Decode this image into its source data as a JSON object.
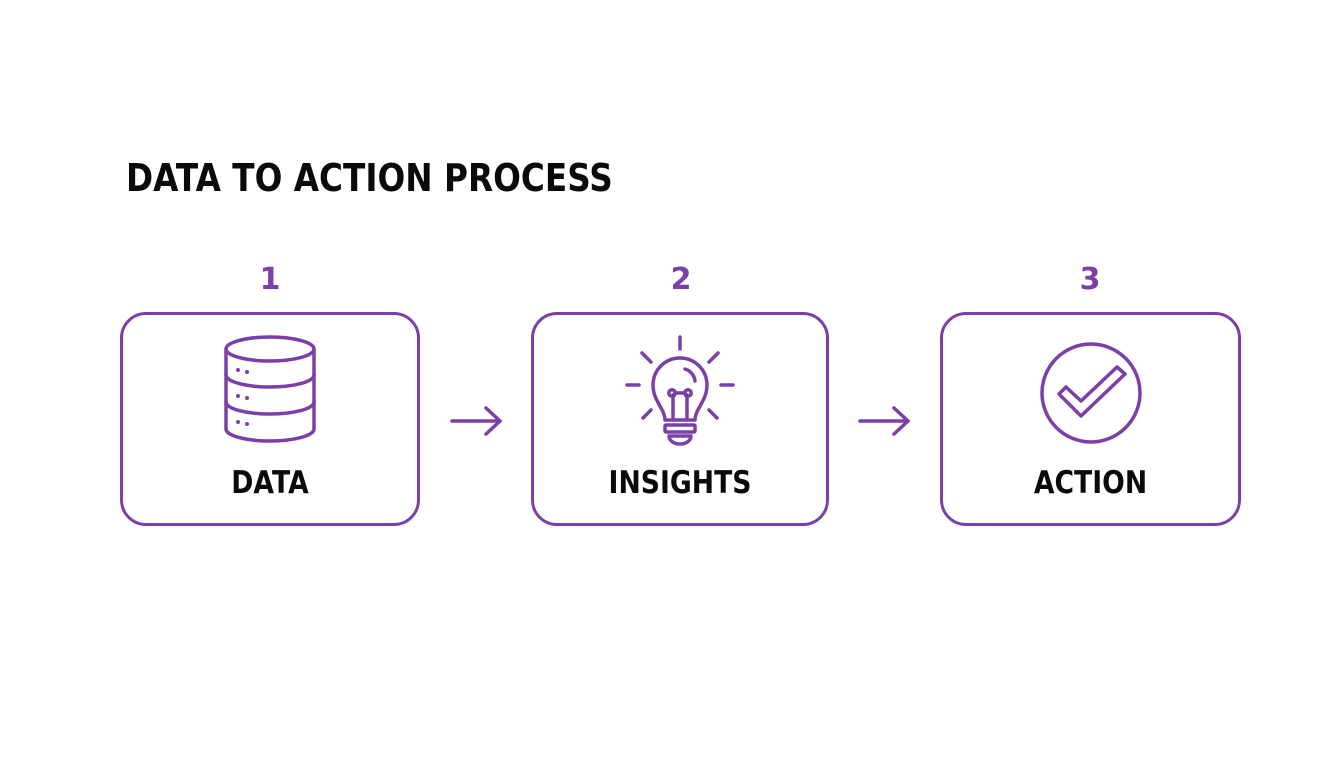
{
  "title": "DATA TO ACTION PROCESS",
  "accent_color": "#7b3fa8",
  "steps": [
    {
      "number": "1",
      "label": "DATA",
      "icon": "database-icon"
    },
    {
      "number": "2",
      "label": "INSIGHTS",
      "icon": "lightbulb-icon"
    },
    {
      "number": "3",
      "label": "ACTION",
      "icon": "check-circle-icon"
    }
  ],
  "connectors": [
    {
      "from": "1",
      "to": "2",
      "icon": "arrow-right-icon"
    },
    {
      "from": "2",
      "to": "3",
      "icon": "arrow-right-icon"
    }
  ]
}
